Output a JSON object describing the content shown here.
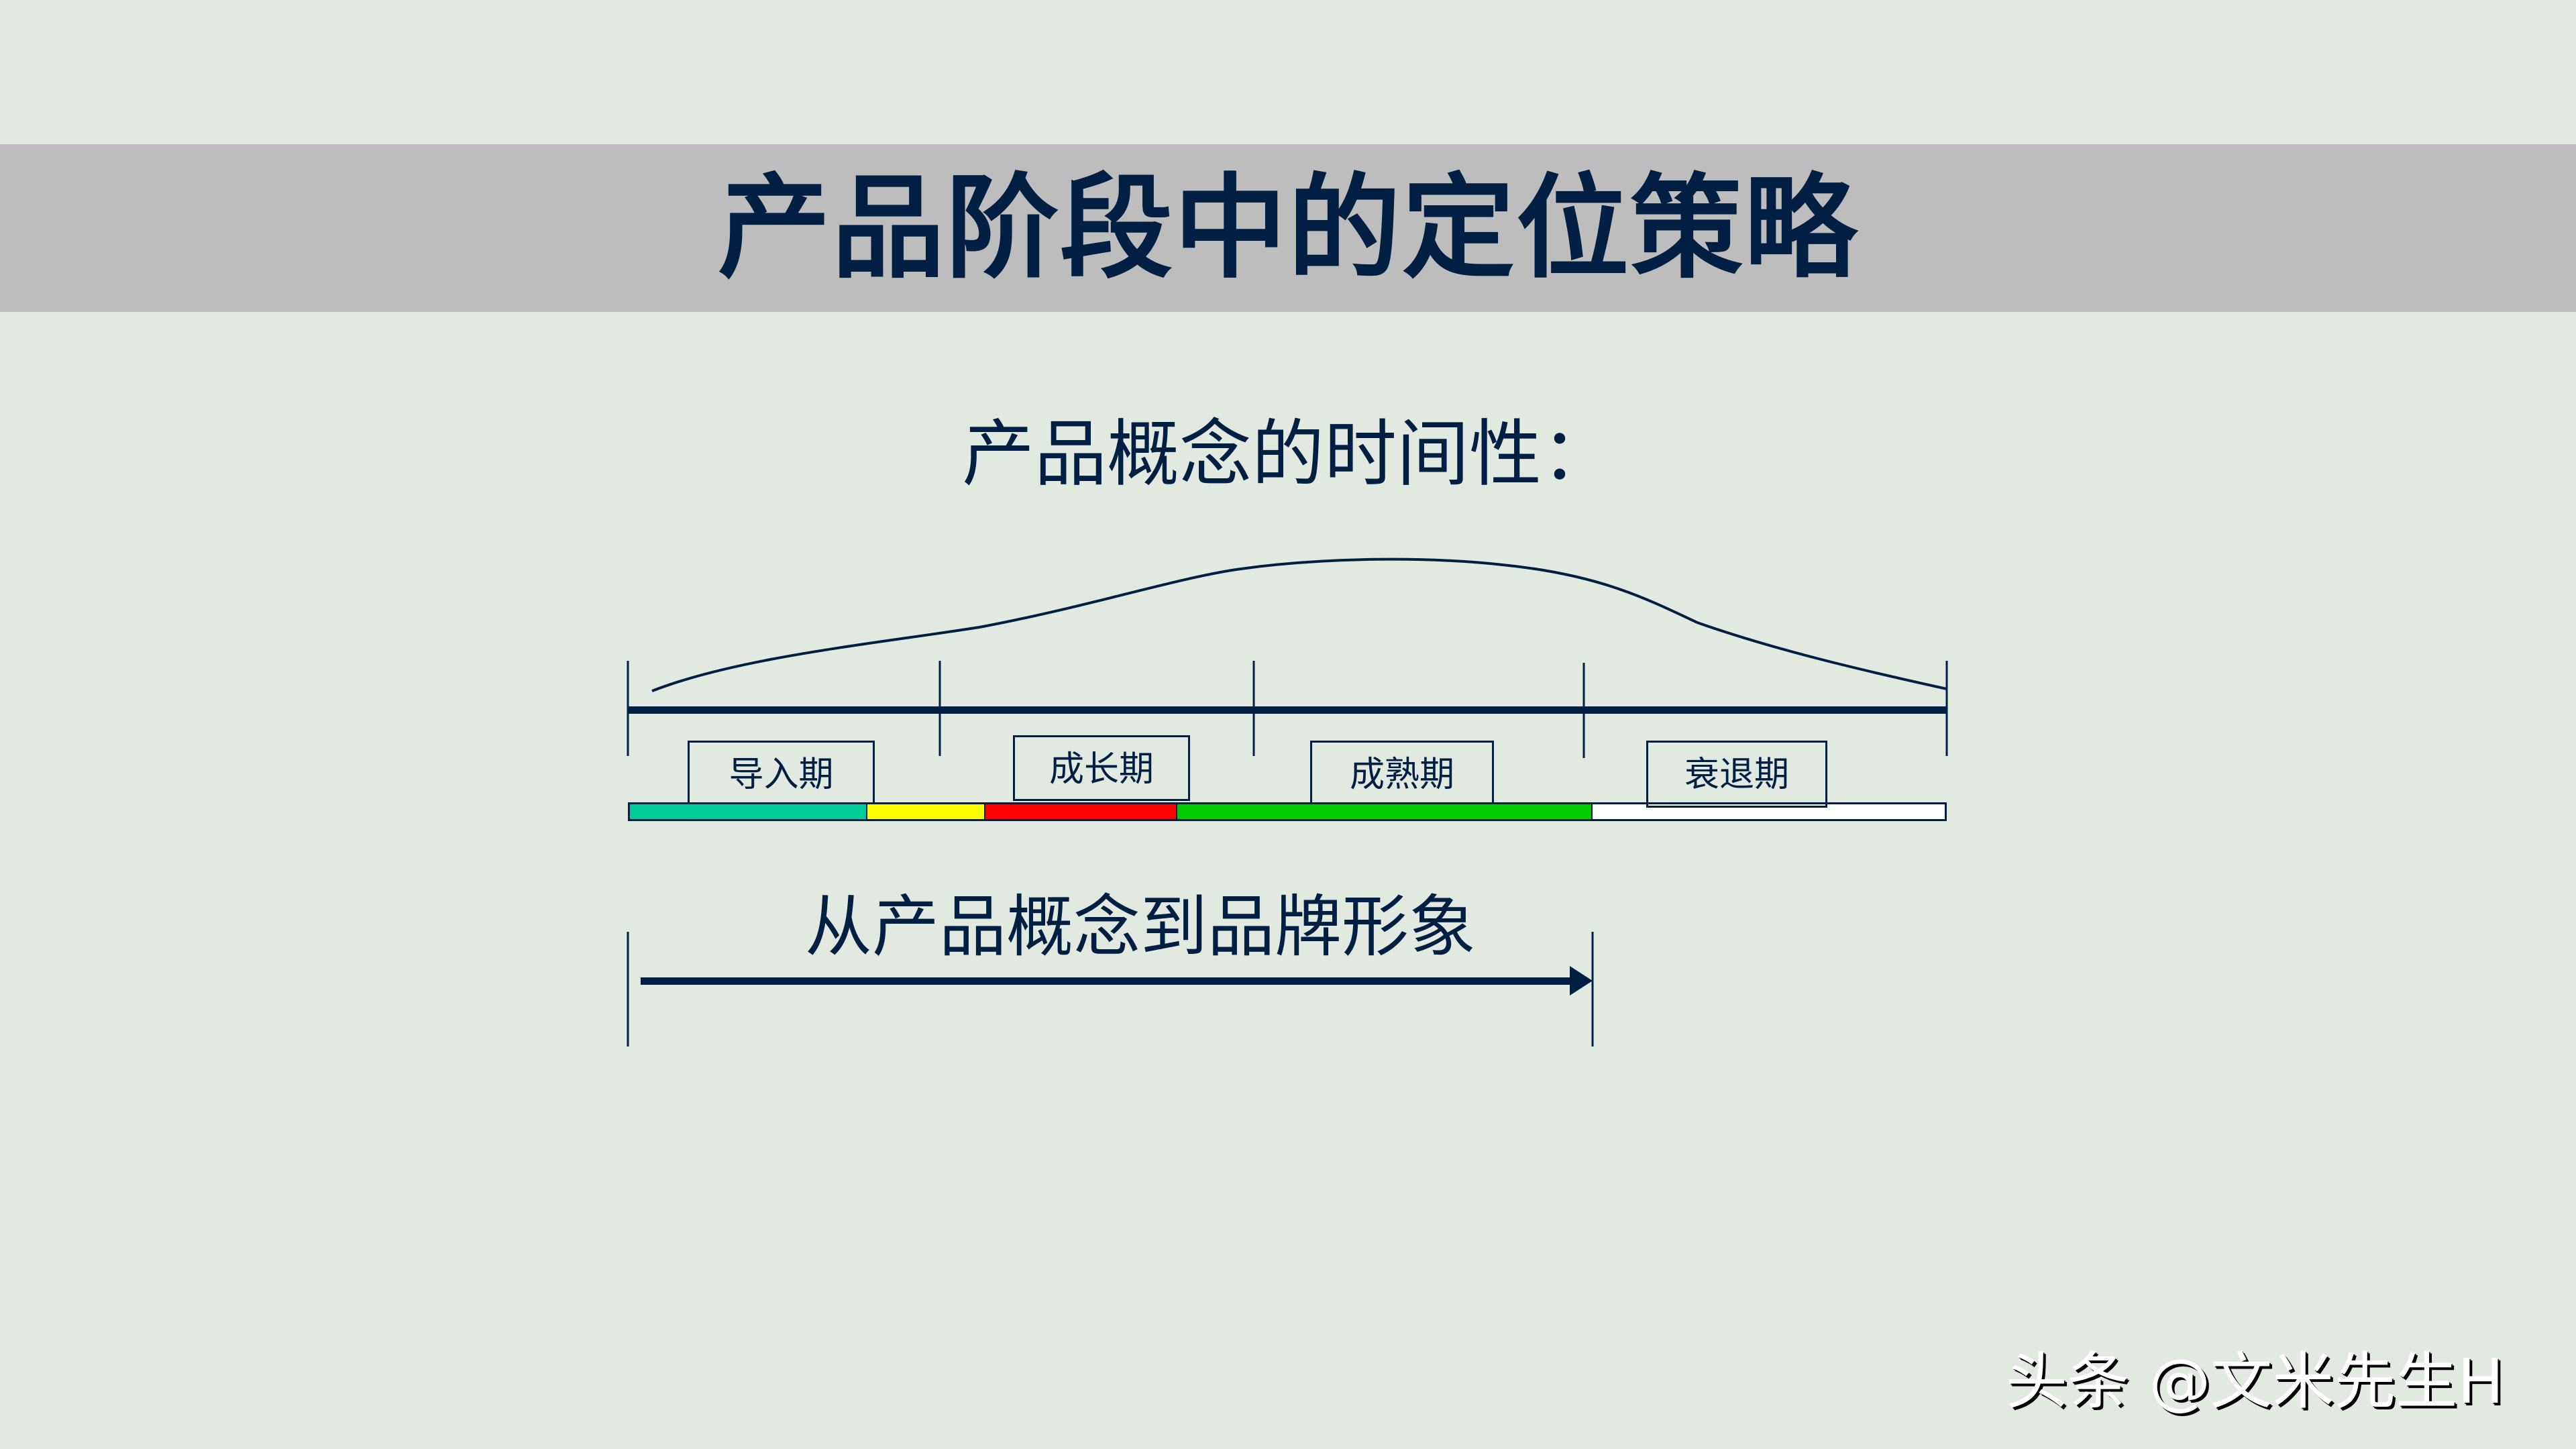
{
  "slide": {
    "title": "产品阶段中的定位策略",
    "subtitle": "产品概念的时间性：",
    "brand_arrow_label": "从产品概念到品牌形象"
  },
  "stages": [
    {
      "label": "导入期",
      "color": "#00cc99"
    },
    {
      "label": "成长期",
      "color": "#ffff00"
    },
    {
      "label": "成熟期",
      "color": "#ff0000"
    },
    {
      "label": "衰退期",
      "color": "#00cc00"
    }
  ],
  "color_bar_segments": [
    {
      "color": "#00cc99"
    },
    {
      "color": "#ffff00"
    },
    {
      "color": "#ff0000"
    },
    {
      "color": "#00cc00"
    },
    {
      "color": "#ffffff"
    }
  ],
  "watermark": "头条 @文米先生H",
  "colors": {
    "background": "#e2e9e1",
    "title_band": "#bdbdbd",
    "ink": "#011f42"
  }
}
